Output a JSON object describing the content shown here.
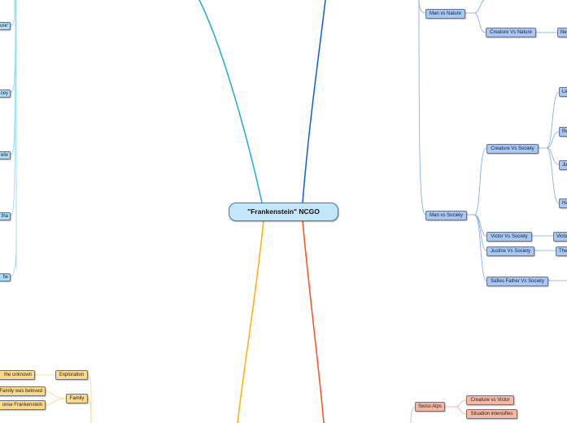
{
  "central": "\"Frankenstein\" NCGO",
  "colors": {
    "branch_top_left": "#1ea7e8",
    "branch_top_right": "#0b5fd6",
    "branch_bottom_left": "#ffb300",
    "branch_bottom_right": "#f4511e"
  },
  "left_branch": [
    "ure'",
    "cey",
    "elix",
    "tha",
    "fie"
  ],
  "conflict_branch": {
    "man_vs_nature": "Man vs Nature",
    "creature_vs_nature": "Creature Vs Nature",
    "creature_vs_nature_child": "Ne",
    "man_vs_society": "Man vs Society",
    "creature_vs_society": "Creature Vs Society",
    "creature_vs_society_children": [
      "Le",
      "Re",
      "Ju",
      "Ha"
    ],
    "victor_vs_society": "Victor Vs Society",
    "victor_vs_society_child": "Victo",
    "justine_vs_society": "Justine Vs Society",
    "justine_vs_society_child": "The",
    "safies_father_vs_society": "Safies Father Vs Society"
  },
  "theme_branch": {
    "exploration": "Exploration",
    "exploration_child": "the unknown",
    "family": "Family",
    "family_children": [
      "Family was beloved",
      "onse Frankenstein"
    ]
  },
  "setting_branch": {
    "swiss_alps": "Swiss Alps",
    "children": [
      "Creature vs Victor",
      "Situation intensifies"
    ]
  }
}
